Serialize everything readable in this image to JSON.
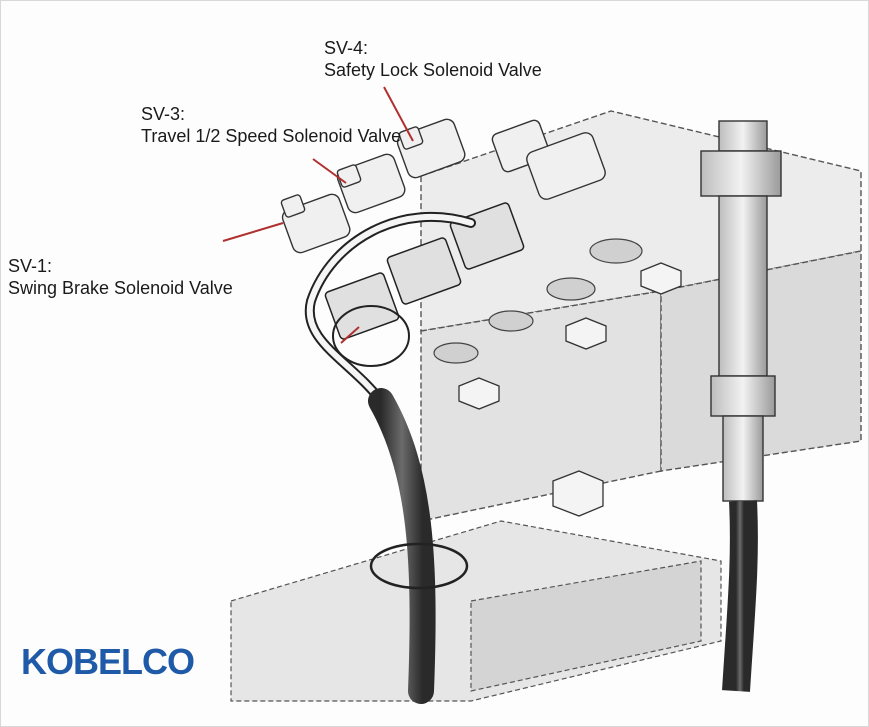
{
  "labels": {
    "sv4": {
      "code": "SV-4:",
      "name": "Safety Lock Solenoid Valve"
    },
    "sv3": {
      "code": "SV-3:",
      "name": "Travel 1/2 Speed Solenoid Valve"
    },
    "sv1": {
      "code": "SV-1:",
      "name": "Swing Brake Solenoid Valve"
    }
  },
  "brand": {
    "logo_text": "KOBELCO",
    "color": "#1e5aa8"
  },
  "colors": {
    "leader_line": "#b03030",
    "ink": "#333333",
    "hose": "#3a3a3a"
  }
}
